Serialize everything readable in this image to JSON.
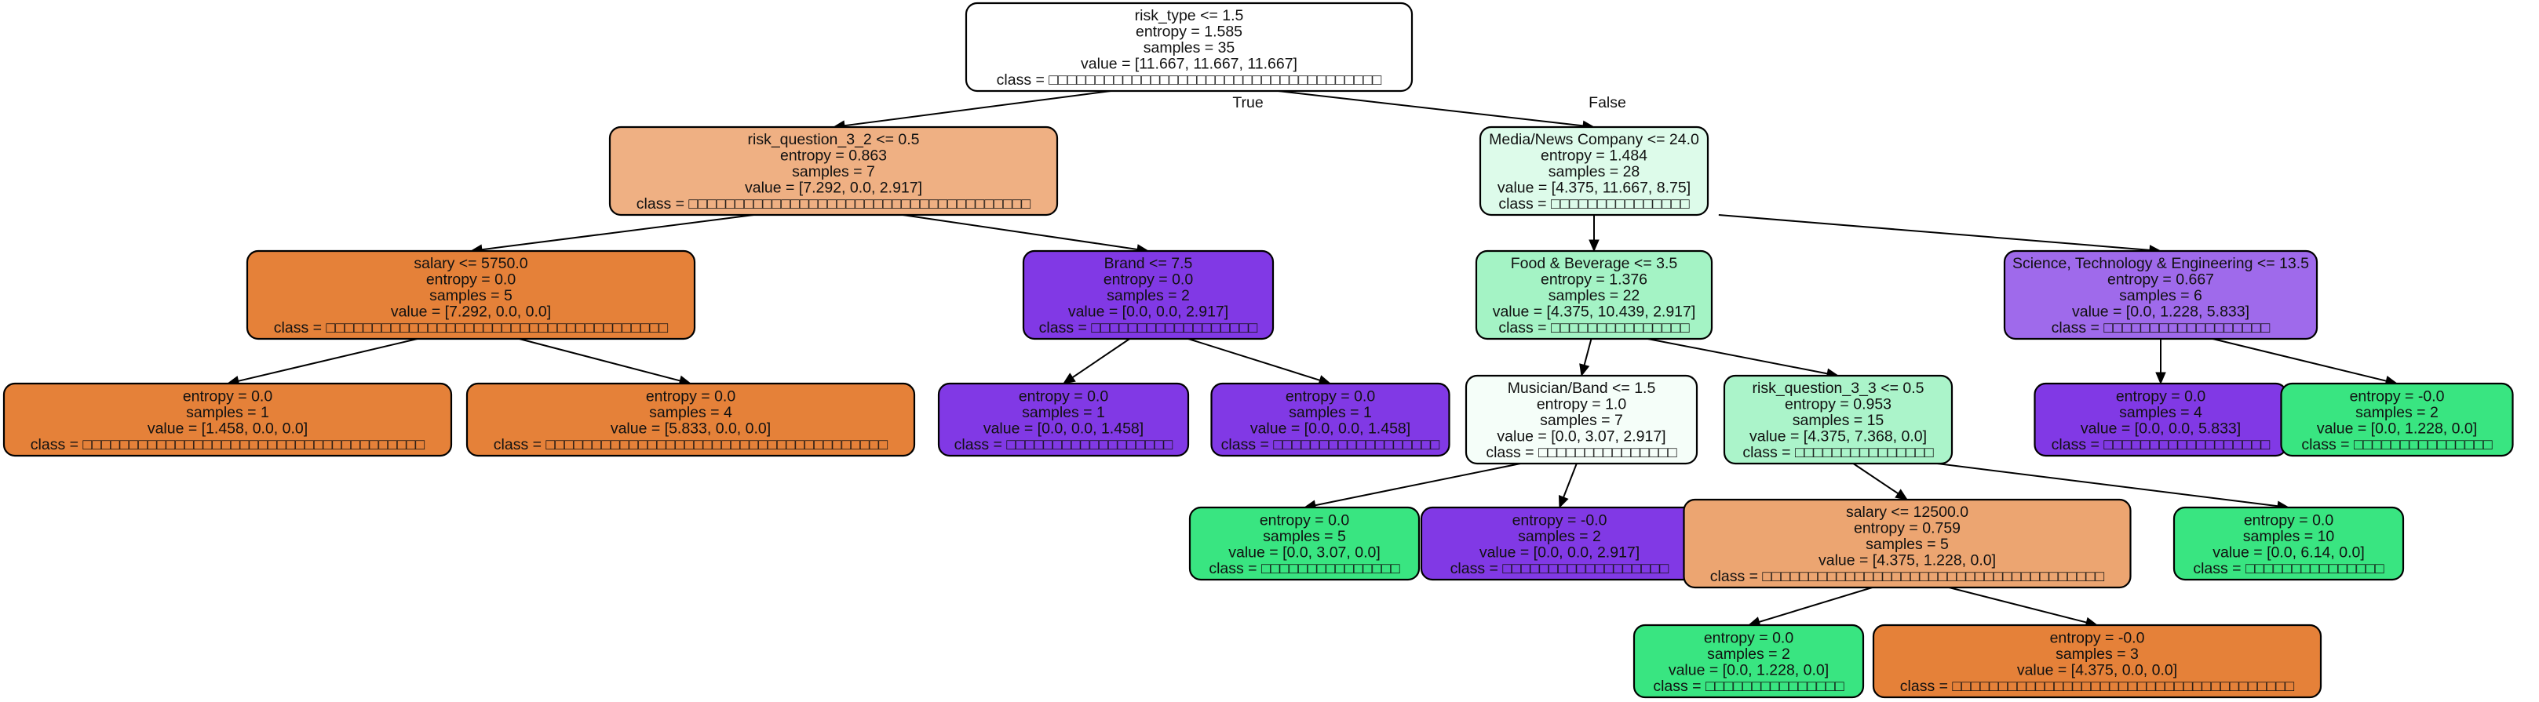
{
  "tree": {
    "class_glyphs": "□□□□□□□□□□□□□□□□□□□□□□□□□□□□□□□□□□□□",
    "edge_labels": {
      "true": "True",
      "false": "False"
    },
    "class_colors": {
      "orange": "#e58139",
      "purple": "#8139e5",
      "green": "#39e581"
    },
    "nodes": [
      {
        "id": "n0",
        "fill": "#ffffff",
        "lines": [
          "risk_type <= 1.5",
          "entropy = 1.585",
          "samples = 35",
          "value = [11.667, 11.667, 11.667]",
          "class = □□□□□□□□□□□□□□□□□□□□□□□□□□□□□□□□□□□□"
        ]
      },
      {
        "id": "n1",
        "fill": "#efb083",
        "lines": [
          "risk_question_3_2 <= 0.5",
          "entropy = 0.863",
          "samples = 7",
          "value = [7.292, 0.0, 2.917]",
          "class = □□□□□□□□□□□□□□□□□□□□□□□□□□□□□□□□□□□□□"
        ]
      },
      {
        "id": "n2",
        "fill": "#e58139",
        "lines": [
          "salary <= 5750.0",
          "entropy = 0.0",
          "samples = 5",
          "value = [7.292, 0.0, 0.0]",
          "class = □□□□□□□□□□□□□□□□□□□□□□□□□□□□□□□□□□□□□"
        ]
      },
      {
        "id": "n3",
        "fill": "#e58139",
        "lines": [
          "entropy = 0.0",
          "samples = 1",
          "value = [1.458, 0.0, 0.0]",
          "class = □□□□□□□□□□□□□□□□□□□□□□□□□□□□□□□□□□□□□"
        ]
      },
      {
        "id": "n4",
        "fill": "#e58139",
        "lines": [
          "entropy = 0.0",
          "samples = 4",
          "value = [5.833, 0.0, 0.0]",
          "class = □□□□□□□□□□□□□□□□□□□□□□□□□□□□□□□□□□□□□"
        ]
      },
      {
        "id": "n5",
        "fill": "#8139e5",
        "lines": [
          "Brand <= 7.5",
          "entropy = 0.0",
          "samples = 2",
          "value = [0.0, 0.0, 2.917]",
          "class = □□□□□□□□□□□□□□□□□□"
        ]
      },
      {
        "id": "n6",
        "fill": "#8139e5",
        "lines": [
          "entropy = 0.0",
          "samples = 1",
          "value = [0.0, 0.0, 1.458]",
          "class = □□□□□□□□□□□□□□□□□□"
        ]
      },
      {
        "id": "n7",
        "fill": "#8139e5",
        "lines": [
          "entropy = 0.0",
          "samples = 1",
          "value = [0.0, 0.0, 1.458]",
          "class = □□□□□□□□□□□□□□□□□□"
        ]
      },
      {
        "id": "n8",
        "fill": "#ddfbea",
        "lines": [
          "Media/News Company <= 24.0",
          "entropy = 1.484",
          "samples = 28",
          "value = [4.375, 11.667, 8.75]",
          "class = □□□□□□□□□□□□□□□"
        ]
      },
      {
        "id": "n9",
        "fill": "#a4f3c5",
        "lines": [
          "Food & Beverage <= 3.5",
          "entropy = 1.376",
          "samples = 22",
          "value = [4.375, 10.439, 2.917]",
          "class = □□□□□□□□□□□□□□□"
        ]
      },
      {
        "id": "n10",
        "fill": "#f5fef9",
        "lines": [
          "Musician/Band <= 1.5",
          "entropy = 1.0",
          "samples = 7",
          "value = [0.0, 3.07, 2.917]",
          "class = □□□□□□□□□□□□□□□"
        ]
      },
      {
        "id": "n11",
        "fill": "#39e581",
        "lines": [
          "entropy = 0.0",
          "samples = 5",
          "value = [0.0, 3.07, 0.0]",
          "class = □□□□□□□□□□□□□□□"
        ]
      },
      {
        "id": "n12",
        "fill": "#8139e5",
        "lines": [
          "entropy = -0.0",
          "samples = 2",
          "value = [0.0, 0.0, 2.917]",
          "class = □□□□□□□□□□□□□□□□□□"
        ]
      },
      {
        "id": "n13",
        "fill": "#abf4ca",
        "lines": [
          "risk_question_3_3 <= 0.5",
          "entropy = 0.953",
          "samples = 15",
          "value = [4.375, 7.368, 0.0]",
          "class = □□□□□□□□□□□□□□□"
        ]
      },
      {
        "id": "n14",
        "fill": "#eca571",
        "lines": [
          "salary <= 12500.0",
          "entropy = 0.759",
          "samples = 5",
          "value = [4.375, 1.228, 0.0]",
          "class = □□□□□□□□□□□□□□□□□□□□□□□□□□□□□□□□□□□□□"
        ]
      },
      {
        "id": "n15",
        "fill": "#39e581",
        "lines": [
          "entropy = 0.0",
          "samples = 2",
          "value = [0.0, 1.228, 0.0]",
          "class = □□□□□□□□□□□□□□□"
        ]
      },
      {
        "id": "n16",
        "fill": "#e58139",
        "lines": [
          "entropy = -0.0",
          "samples = 3",
          "value = [4.375, 0.0, 0.0]",
          "class = □□□□□□□□□□□□□□□□□□□□□□□□□□□□□□□□□□□□□"
        ]
      },
      {
        "id": "n17",
        "fill": "#39e581",
        "lines": [
          "entropy = 0.0",
          "samples = 10",
          "value = [0.0, 6.14, 0.0]",
          "class = □□□□□□□□□□□□□□□"
        ]
      },
      {
        "id": "n18",
        "fill": "#9f6aeb",
        "lines": [
          "Science, Technology & Engineering <= 13.5",
          "entropy = 0.667",
          "samples = 6",
          "value = [0.0, 1.228, 5.833]",
          "class = □□□□□□□□□□□□□□□□□□"
        ]
      },
      {
        "id": "n19",
        "fill": "#8139e5",
        "lines": [
          "entropy = 0.0",
          "samples = 4",
          "value = [0.0, 0.0, 5.833]",
          "class = □□□□□□□□□□□□□□□□□□"
        ]
      },
      {
        "id": "n20",
        "fill": "#39e581",
        "lines": [
          "entropy = -0.0",
          "samples = 2",
          "value = [0.0, 1.228, 0.0]",
          "class = □□□□□□□□□□□□□□□"
        ]
      }
    ],
    "edges": [
      {
        "from": "n0",
        "to": "n1",
        "label": "true"
      },
      {
        "from": "n0",
        "to": "n8",
        "label": "false"
      },
      {
        "from": "n1",
        "to": "n2"
      },
      {
        "from": "n1",
        "to": "n5"
      },
      {
        "from": "n2",
        "to": "n3"
      },
      {
        "from": "n2",
        "to": "n4"
      },
      {
        "from": "n5",
        "to": "n6"
      },
      {
        "from": "n5",
        "to": "n7"
      },
      {
        "from": "n8",
        "to": "n9"
      },
      {
        "from": "n8",
        "to": "n18"
      },
      {
        "from": "n9",
        "to": "n10"
      },
      {
        "from": "n9",
        "to": "n13"
      },
      {
        "from": "n10",
        "to": "n11"
      },
      {
        "from": "n10",
        "to": "n12"
      },
      {
        "from": "n13",
        "to": "n14"
      },
      {
        "from": "n13",
        "to": "n17"
      },
      {
        "from": "n14",
        "to": "n15"
      },
      {
        "from": "n14",
        "to": "n16"
      },
      {
        "from": "n18",
        "to": "n19"
      },
      {
        "from": "n18",
        "to": "n20"
      }
    ]
  }
}
